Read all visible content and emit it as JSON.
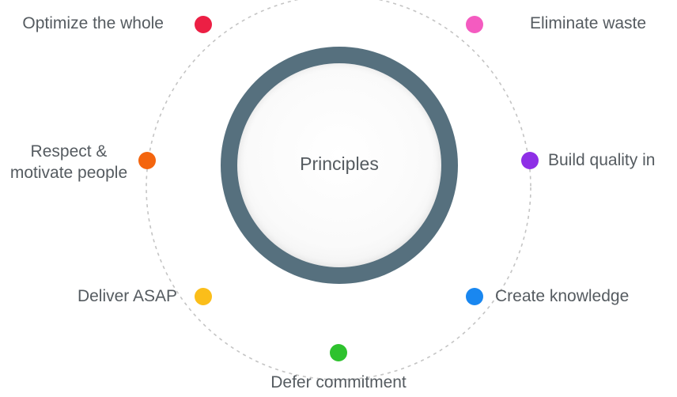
{
  "center": {
    "label": "Principles",
    "ring_color": "#56707e"
  },
  "principles": [
    {
      "label": "Eliminate waste",
      "color": "#f45bc0"
    },
    {
      "label": "Build quality in",
      "color": "#8e2fe6"
    },
    {
      "label": "Create knowledge",
      "color": "#1987f0"
    },
    {
      "label": "Defer commitment",
      "color": "#2ec22e"
    },
    {
      "label": "Deliver ASAP",
      "color": "#fbbe1a"
    },
    {
      "label": "Respect &\nmotivate people",
      "color": "#f4650e"
    },
    {
      "label": "Optimize the whole",
      "color": "#ec1f44"
    }
  ]
}
